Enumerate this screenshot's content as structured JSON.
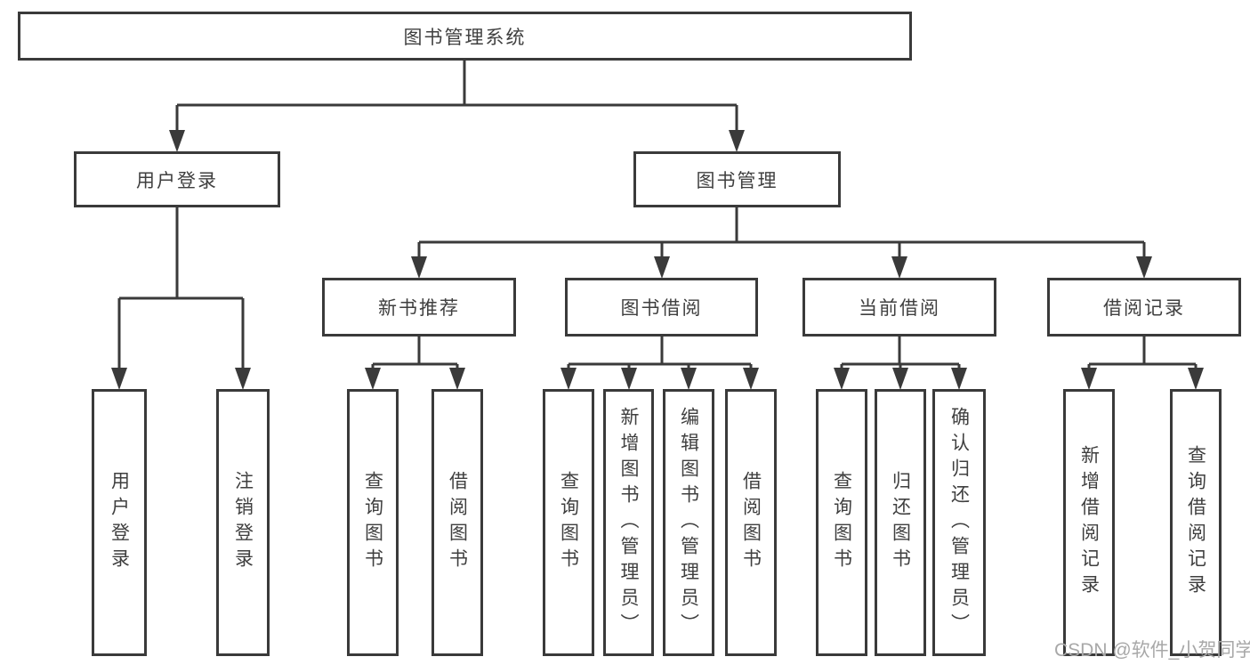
{
  "diagram": {
    "title": "图书管理系统",
    "branches": [
      {
        "label": "用户登录",
        "children": [
          "用户登录",
          "注销登录"
        ]
      },
      {
        "label": "图书管理",
        "sections": [
          {
            "label": "新书推荐",
            "children": [
              "查询图书",
              "借阅图书"
            ]
          },
          {
            "label": "图书借阅",
            "children": [
              "查询图书",
              "新增图书（管理员）",
              "编辑图书（管理员）",
              "借阅图书"
            ]
          },
          {
            "label": "当前借阅",
            "children": [
              "查询图书",
              "归还图书",
              "确认归还（管理员）"
            ]
          },
          {
            "label": "借阅记录",
            "children": [
              "新增借阅记录",
              "查询借阅记录"
            ]
          }
        ]
      }
    ]
  },
  "watermark": {
    "text": "CSDN @软件_小贺同学"
  },
  "colors": {
    "line": "#3a3a3a",
    "text": "#3f3f3f",
    "watermark": "#a8a8a8",
    "background": "#ffffff"
  }
}
